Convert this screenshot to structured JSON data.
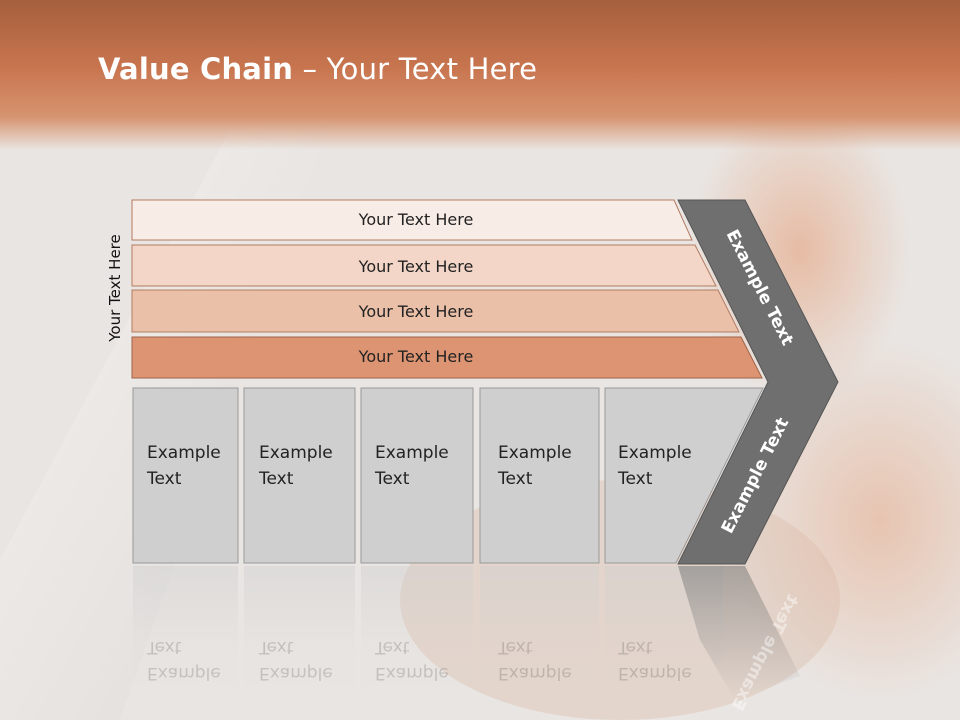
{
  "slide": {
    "title_bold": "Value Chain",
    "title_rest": " – Your Text Here",
    "side_label": "Your Text Here"
  },
  "diagram": {
    "rows": [
      "Your Text Here",
      "Your Text Here",
      "Your Text Here",
      "Your Text Here"
    ],
    "columns": [
      {
        "line1": "Example",
        "line2": "Text"
      },
      {
        "line1": "Example",
        "line2": "Text"
      },
      {
        "line1": "Example",
        "line2": "Text"
      },
      {
        "line1": "Example",
        "line2": "Text"
      },
      {
        "line1": "Example",
        "line2": "Text"
      }
    ],
    "chevron_upper": "Example Text",
    "chevron_lower": "Example Text"
  },
  "colors": {
    "title_band": "#c8754f",
    "row1": "#f8ece6",
    "row2": "#f3d6c8",
    "row3": "#ebc0a9",
    "row4": "#dd9473",
    "column_fill": "#cfcfcf",
    "chevron": "#6f6f6f"
  }
}
